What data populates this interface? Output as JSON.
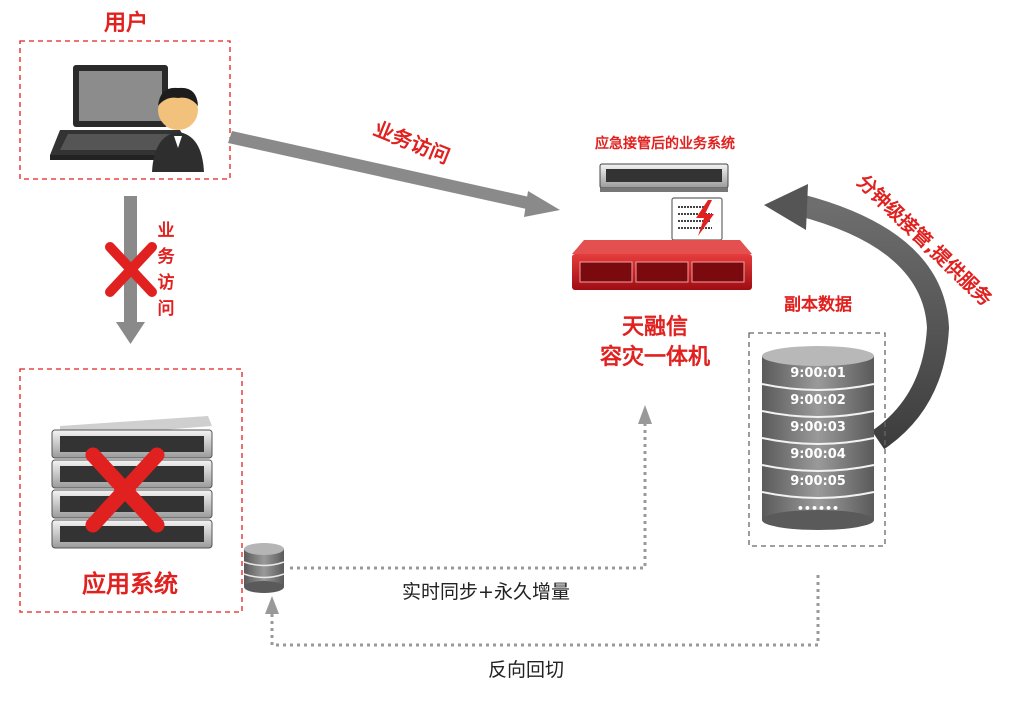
{
  "user": {
    "title": "用户"
  },
  "app_system": {
    "title": "应用系统"
  },
  "vertical_access": {
    "label": [
      "业",
      "务",
      "访",
      "问"
    ]
  },
  "diagonal_access": {
    "label": "业务访问"
  },
  "emergency": {
    "title": "应急接管后的业务系统"
  },
  "appliance": {
    "line1": "天融信",
    "line2": "容灾一体机"
  },
  "replica": {
    "title": "副本数据",
    "times": [
      "9:00:01",
      "9:00:02",
      "9:00:03",
      "9:00:04",
      "9:00:05",
      "••••••"
    ]
  },
  "takeover": {
    "label": "分钟级接管,提供服务"
  },
  "sync": {
    "label": "实时同步+永久增量"
  },
  "reverse": {
    "label": "反向回切"
  },
  "colors": {
    "accent": "#e0211f",
    "arrow_gray": "#8a8a8a",
    "server_red": "#c8141a"
  }
}
